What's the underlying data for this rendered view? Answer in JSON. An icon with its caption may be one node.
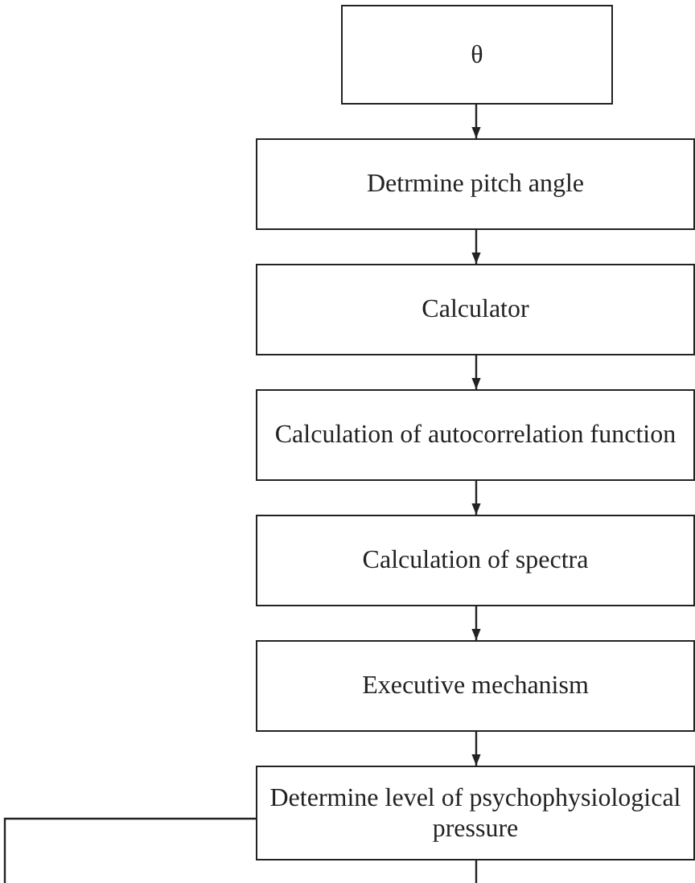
{
  "diagram": {
    "nodes": [
      {
        "text": [
          "θ"
        ]
      },
      {
        "text": [
          "Detrmine pitch angle"
        ]
      },
      {
        "text": [
          "Calculator"
        ]
      },
      {
        "text": [
          "Calculation of autocorrelation function"
        ]
      },
      {
        "text": [
          "Calculation of spectra"
        ]
      },
      {
        "text": [
          "Executive mechanism"
        ]
      },
      {
        "text": [
          "Determine level of psychophysiological pressure"
        ]
      }
    ],
    "edges": [
      {
        "from": 0,
        "to": 1,
        "arrow": "to"
      },
      {
        "from": 1,
        "to": 2,
        "arrow": "to"
      },
      {
        "from": 2,
        "to": 3,
        "arrow": "to"
      },
      {
        "from": 3,
        "to": 4,
        "arrow": "to"
      },
      {
        "from": 4,
        "to": 5,
        "arrow": "to"
      },
      {
        "from": 5,
        "to": 6,
        "arrow": "to"
      },
      {
        "from": 6,
        "to": null,
        "arrow": "none"
      },
      {
        "from": 6,
        "to": null,
        "arrow": "none"
      }
    ]
  }
}
